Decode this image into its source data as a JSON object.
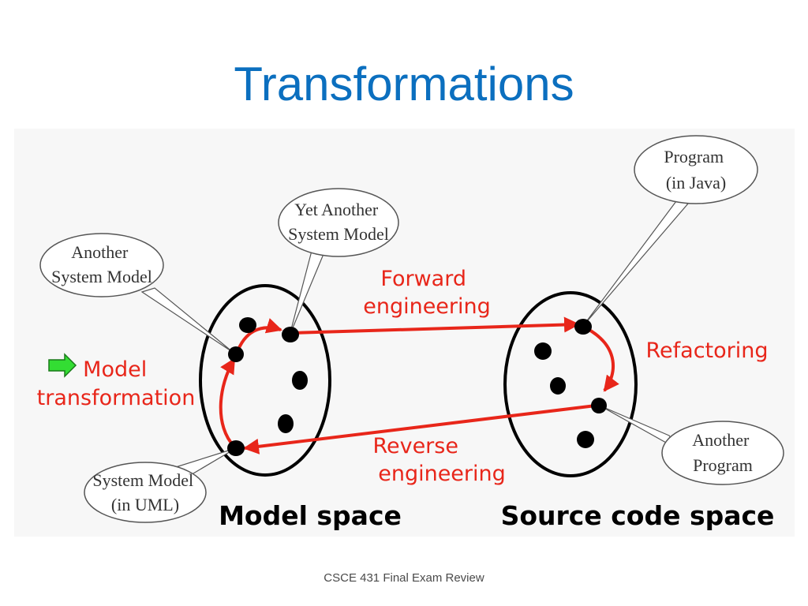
{
  "slide": {
    "title": "Transformations",
    "footer": "CSCE 431 Final Exam Review"
  },
  "diagram": {
    "callouts": {
      "another_system_model": [
        "Another",
        "System Model"
      ],
      "yet_another_system_model": [
        "Yet Another",
        "System Model"
      ],
      "system_model_uml": [
        "System Model",
        "(in UML)"
      ],
      "program_java": [
        "Program",
        "(in Java)"
      ],
      "another_program": [
        "Another",
        "Program"
      ]
    },
    "labels": {
      "forward": [
        "Forward",
        "engineering"
      ],
      "reverse": [
        "Reverse",
        "engineering"
      ],
      "refactoring": "Refactoring",
      "model_transformation": [
        "Model",
        "transformation"
      ]
    },
    "space_labels": {
      "model": "Model space",
      "source": "Source code space"
    },
    "colors": {
      "title": "#0b6fbf",
      "arrow": "#e8261a",
      "marker_icon": "#33dd33",
      "dot": "#000000"
    }
  }
}
